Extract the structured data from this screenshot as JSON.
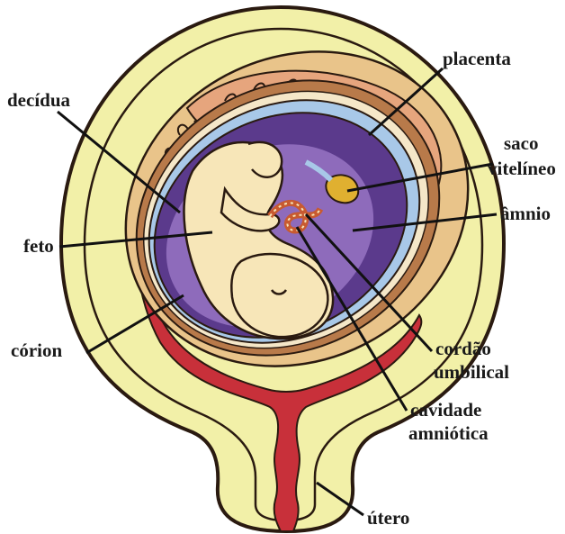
{
  "labels": {
    "placenta": "placenta",
    "decidua": "decídua",
    "saco_line1": "saco",
    "saco_line2": "vitelíneo",
    "amnio": "âmnio",
    "feto": "feto",
    "corion": "córion",
    "cordao_line1": "cordão",
    "cordao_line2": "umbilical",
    "cavidade_line1": "cavidade",
    "cavidade_line2": "amniótica",
    "utero": "útero"
  },
  "colors": {
    "uterine_wall": "#f2f0a8",
    "outline": "#2a1a10",
    "decidua": "#e9c48a",
    "placenta": "#e6a57d",
    "chorion": "#b87a4a",
    "amnion": "#a8c8e8",
    "cavity": "#5b3a8c",
    "cavity_light": "#8e6bbb",
    "fetus": "#f7e6b8",
    "yolk_sac": "#e0b030",
    "canal": "#c8303a",
    "umbilical_cord": "#c85a30"
  }
}
